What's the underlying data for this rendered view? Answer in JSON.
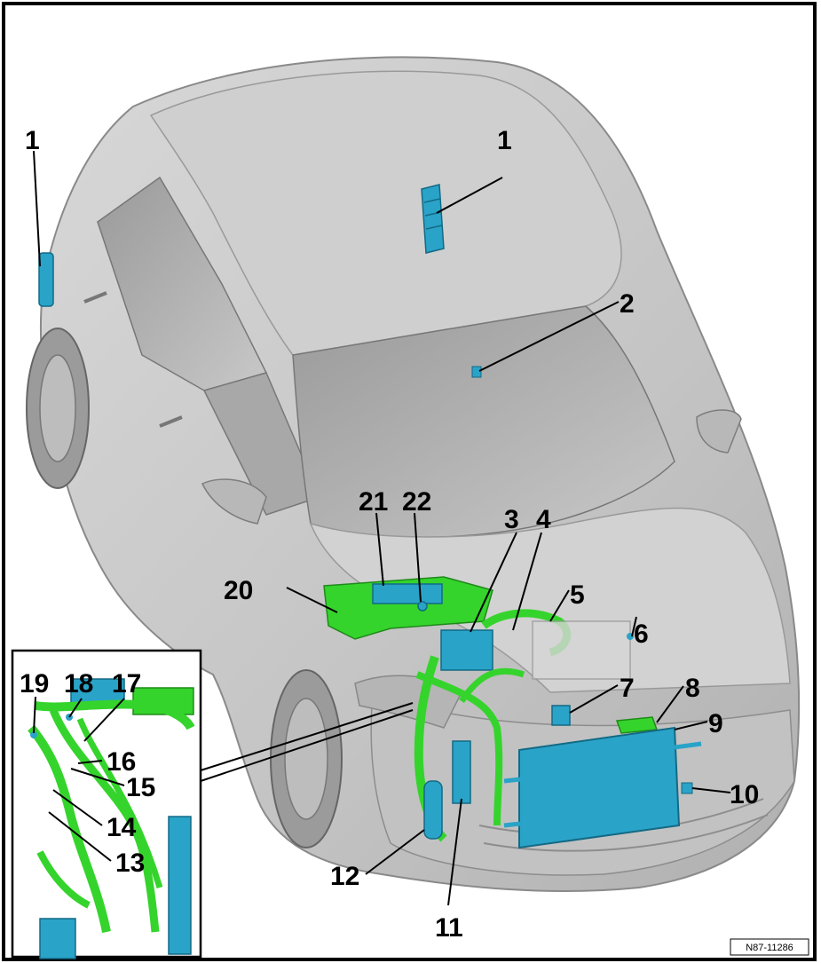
{
  "diagram": {
    "reference_code": "N87-11286",
    "callouts": [
      "1",
      "1",
      "2",
      "3",
      "4",
      "5",
      "6",
      "7",
      "8",
      "9",
      "10",
      "11",
      "12",
      "13",
      "14",
      "15",
      "16",
      "17",
      "18",
      "19",
      "20",
      "21",
      "22"
    ]
  },
  "colors": {
    "body": "#c9c9c9",
    "body_dark": "#a4a4a4",
    "glass": "#8f8f8f",
    "component_blue": "#2aa3c8",
    "component_green": "#35d42c",
    "frame": "#000000"
  }
}
